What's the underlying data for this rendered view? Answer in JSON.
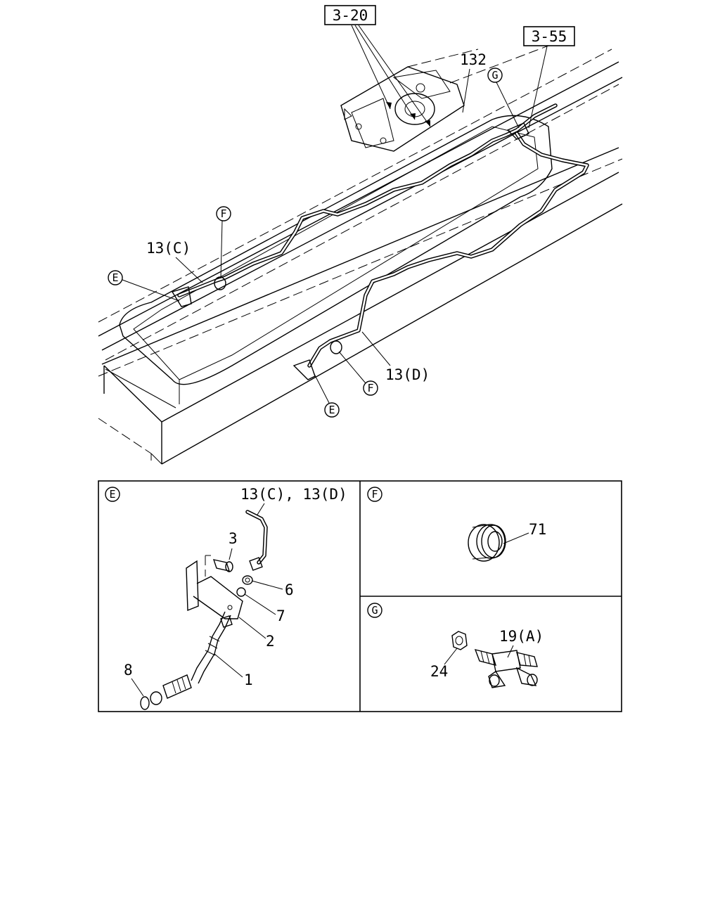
{
  "refs": {
    "ref_320": "3-20",
    "ref_355": "3-55"
  },
  "callouts": {
    "c132": "132",
    "c13c": "13(C)",
    "c13d": "13(D)"
  },
  "circle_labels": {
    "e": "E",
    "f": "F",
    "g": "G"
  },
  "detail_e": {
    "badge": "E",
    "pipe_label": "13(C), 13(D)",
    "parts": {
      "p3": "3",
      "p6": "6",
      "p7": "7",
      "p2": "2",
      "p1": "1",
      "p8": "8"
    }
  },
  "detail_f": {
    "badge": "F",
    "parts": {
      "p71": "71"
    }
  },
  "detail_g": {
    "badge": "G",
    "parts": {
      "p19a": "19(A)",
      "p24": "24"
    }
  }
}
